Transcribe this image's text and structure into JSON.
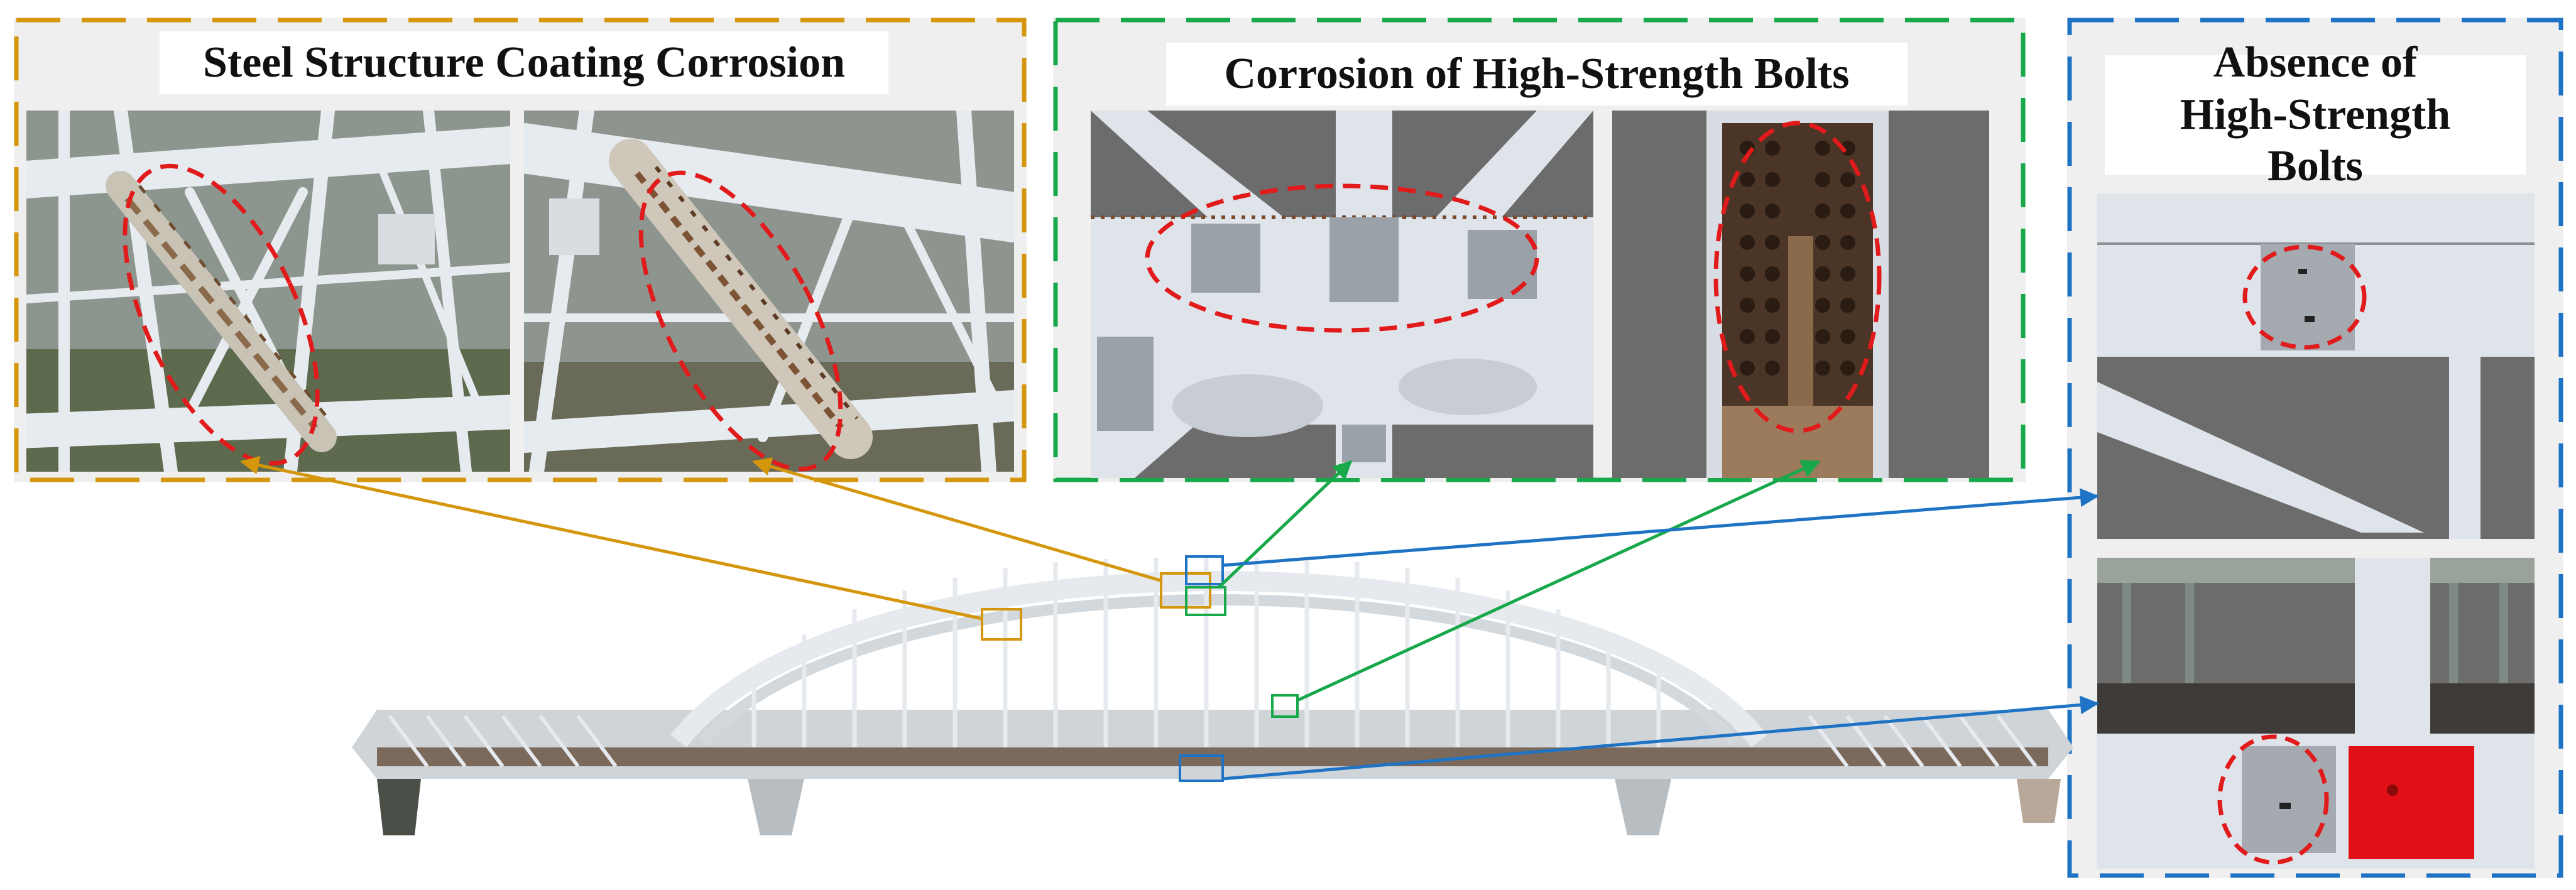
{
  "colors": {
    "orange": "#d4960a",
    "green": "#17a84a",
    "blue": "#1f73c4",
    "highlight": "#e11b1b",
    "panel": "#efefef",
    "steel": "#dfe4ea",
    "rust": "#7a4a2a",
    "backdrop": "#6b6b6b"
  },
  "groups": [
    {
      "id": "coating",
      "title": "Steel Structure Coating Corrosion",
      "color": "orange"
    },
    {
      "id": "bolt-corrosion",
      "title": "Corrosion of High-Strength Bolts",
      "color": "green"
    },
    {
      "id": "bolt-absence",
      "title": "Absence of High-Strength Bolts",
      "color": "blue"
    }
  ]
}
